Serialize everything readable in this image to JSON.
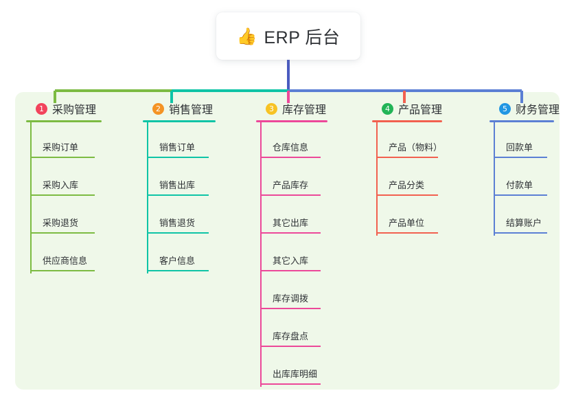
{
  "root": {
    "emoji": "👍",
    "emoji_name": "thumbs-up-icon",
    "title": "ERP 后台"
  },
  "colors": {
    "panel_background": "#eff8e9",
    "page_background": "#ffffff",
    "root_stem": "#4a5bc0",
    "text": "#2e3135"
  },
  "branches": [
    {
      "number": "1",
      "title": "采购管理",
      "badge_color": "#f2435c",
      "line_color": "#7cbb42",
      "children": [
        {
          "label": "采购订单"
        },
        {
          "label": "采购入库"
        },
        {
          "label": "采购退货"
        },
        {
          "label": "供应商信息"
        }
      ]
    },
    {
      "number": "2",
      "title": "销售管理",
      "badge_color": "#f49324",
      "line_color": "#0ec4a6",
      "children": [
        {
          "label": "销售订单"
        },
        {
          "label": "销售出库"
        },
        {
          "label": "销售退货"
        },
        {
          "label": "客户信息"
        }
      ]
    },
    {
      "number": "3",
      "title": "库存管理",
      "badge_color": "#f7c324",
      "line_color": "#ec4899",
      "children": [
        {
          "label": "仓库信息"
        },
        {
          "label": "产品库存"
        },
        {
          "label": "其它出库"
        },
        {
          "label": "其它入库"
        },
        {
          "label": "库存调拨"
        },
        {
          "label": "库存盘点"
        },
        {
          "label": "出库库明细"
        }
      ]
    },
    {
      "number": "4",
      "title": "产品管理",
      "badge_color": "#22b457",
      "line_color": "#f2604f",
      "children": [
        {
          "label": "产品（物料）"
        },
        {
          "label": "产品分类"
        },
        {
          "label": "产品单位"
        }
      ]
    },
    {
      "number": "5",
      "title": "财务管理",
      "badge_color": "#2196e3",
      "line_color": "#5b7fd4",
      "children": [
        {
          "label": "回款单"
        },
        {
          "label": "付款单"
        },
        {
          "label": "结算账户"
        }
      ]
    }
  ]
}
